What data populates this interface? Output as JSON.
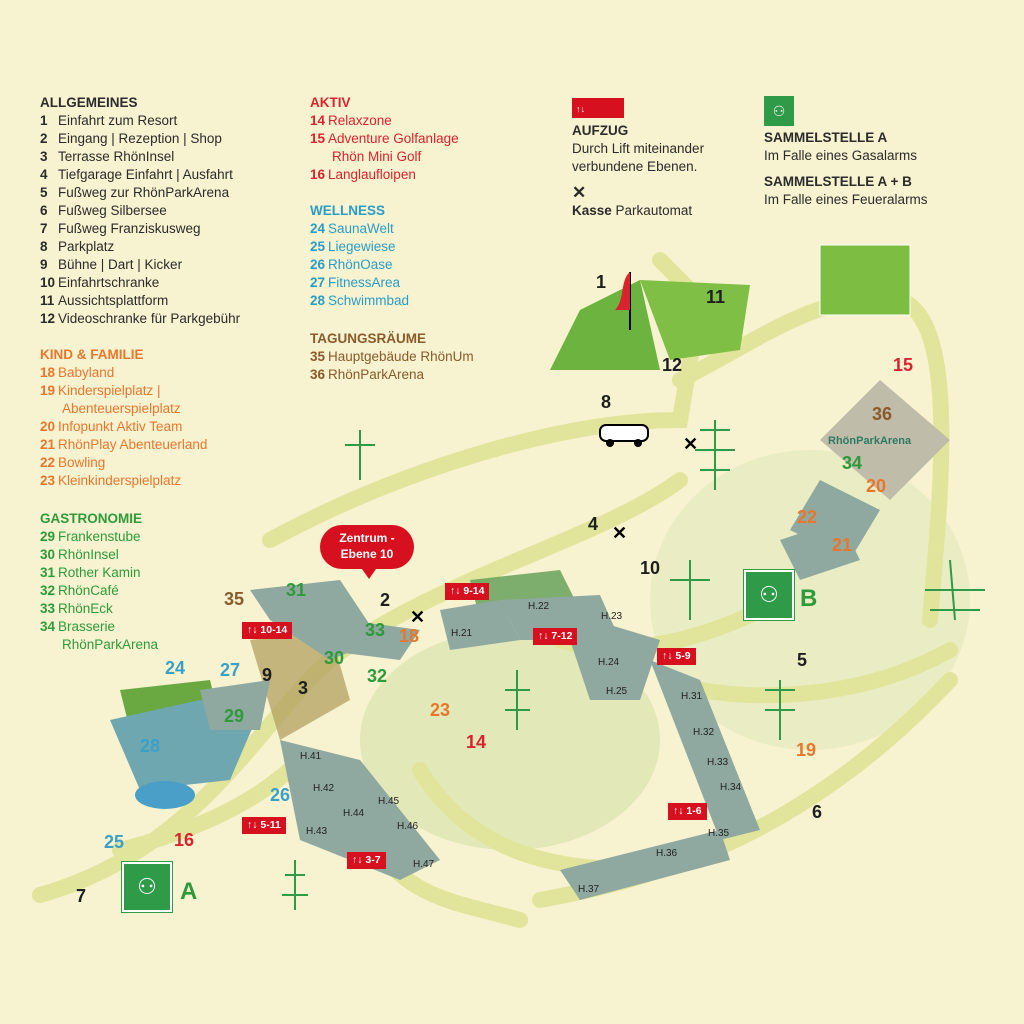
{
  "legend": {
    "allgemeines": {
      "title": "ALLGEMEINES",
      "items": [
        {
          "n": "1",
          "t": "Einfahrt zum Resort"
        },
        {
          "n": "2",
          "t": "Eingang | Rezeption | Shop"
        },
        {
          "n": "3",
          "t": "Terrasse RhönInsel"
        },
        {
          "n": "4",
          "t": "Tiefgarage Einfahrt | Ausfahrt"
        },
        {
          "n": "5",
          "t": "Fußweg zur RhönParkArena"
        },
        {
          "n": "6",
          "t": "Fußweg Silbersee"
        },
        {
          "n": "7",
          "t": "Fußweg Franziskusweg"
        },
        {
          "n": "8",
          "t": "Parkplatz"
        },
        {
          "n": "9",
          "t": "Bühne | Dart | Kicker"
        },
        {
          "n": "10",
          "t": "Einfahrtschranke"
        },
        {
          "n": "11",
          "t": "Aussichtsplattform"
        },
        {
          "n": "12",
          "t": "Videoschranke für Parkgebühr"
        }
      ]
    },
    "kind": {
      "title": "KIND & FAMILIE",
      "items": [
        {
          "n": "18",
          "t": "Babyland"
        },
        {
          "n": "19",
          "t": "Kinderspielplatz |"
        },
        {
          "n": "",
          "t": "Abenteuerspielplatz"
        },
        {
          "n": "20",
          "t": "Infopunkt Aktiv Team"
        },
        {
          "n": "21",
          "t": "RhönPlay Abenteuerland"
        },
        {
          "n": "22",
          "t": "Bowling"
        },
        {
          "n": "23",
          "t": "Kleinkinderspielplatz"
        }
      ]
    },
    "gastro": {
      "title": "GASTRONOMIE",
      "items": [
        {
          "n": "29",
          "t": "Frankenstube"
        },
        {
          "n": "30",
          "t": "RhönInsel"
        },
        {
          "n": "31",
          "t": "Rother Kamin"
        },
        {
          "n": "32",
          "t": "RhönCafé"
        },
        {
          "n": "33",
          "t": "RhönEck"
        },
        {
          "n": "34",
          "t": "Brasserie"
        },
        {
          "n": "",
          "t": "RhönParkArena"
        }
      ]
    },
    "aktiv": {
      "title": "AKTIV",
      "items": [
        {
          "n": "14",
          "t": "Relaxzone"
        },
        {
          "n": "15",
          "t": "Adventure Golfanlage"
        },
        {
          "n": "",
          "t": "Rhön Mini Golf"
        },
        {
          "n": "16",
          "t": "Langlaufloipen"
        }
      ]
    },
    "wellness": {
      "title": "WELLNESS",
      "items": [
        {
          "n": "24",
          "t": "SaunaWelt"
        },
        {
          "n": "25",
          "t": "Liegewiese"
        },
        {
          "n": "26",
          "t": "RhönOase"
        },
        {
          "n": "27",
          "t": "FitnessArea"
        },
        {
          "n": "28",
          "t": "Schwimmbad"
        }
      ]
    },
    "tagung": {
      "title": "TAGUNGSRÄUME",
      "items": [
        {
          "n": "35",
          "t": "Hauptgebäude RhönUm"
        },
        {
          "n": "36",
          "t": "RhönParkArena"
        }
      ]
    },
    "aufzug": {
      "title": "AUFZUG",
      "desc1": "Durch Lift miteinander",
      "desc2": "verbundene Ebenen.",
      "icon": "elevator-arrows-icon"
    },
    "kasse": {
      "symbol": "✕",
      "bold": "Kasse",
      "rest": " Parkautomat"
    },
    "sammel_a": {
      "title": "SAMMELSTELLE A",
      "desc": "Im Falle eines Gasalarms"
    },
    "sammel_ab": {
      "title": "SAMMELSTELLE A + B",
      "desc": "Im Falle eines Feueralarms"
    }
  },
  "map": {
    "bubble": {
      "l1": "Zentrum -",
      "l2": "Ebene 10"
    },
    "arena_logo": "RhönParkArena",
    "assembly": {
      "a": "A",
      "b": "B"
    },
    "lifts": [
      "↑↓ 9-14",
      "↑↓ 10-14",
      "↑↓ 7-12",
      "↑↓ 5-9",
      "↑↓ 5-11",
      "↑↓ 1-6",
      "↑↓ 3-7"
    ],
    "buildings": [
      "H.21",
      "H.22",
      "H.23",
      "H.24",
      "H.25",
      "H.31",
      "H.32",
      "H.33",
      "H.34",
      "H.35",
      "H.36",
      "H.37",
      "H.41",
      "H.42",
      "H.43",
      "H.44",
      "H.45",
      "H.46",
      "H.47"
    ],
    "numbers": [
      "1",
      "2",
      "3",
      "4",
      "5",
      "6",
      "7",
      "8",
      "9",
      "10",
      "11",
      "12",
      "14",
      "15",
      "16",
      "18",
      "19",
      "20",
      "21",
      "22",
      "23",
      "24",
      "25",
      "26",
      "27",
      "28",
      "29",
      "30",
      "31",
      "32",
      "33",
      "34",
      "35",
      "36"
    ]
  },
  "colors": {
    "background": "#f7f2cf",
    "path": "#e3e6a0",
    "lawn": "#6db33f",
    "building": "#8fa8a0",
    "lift": "#d6101e",
    "assembly": "#2f9a48"
  }
}
